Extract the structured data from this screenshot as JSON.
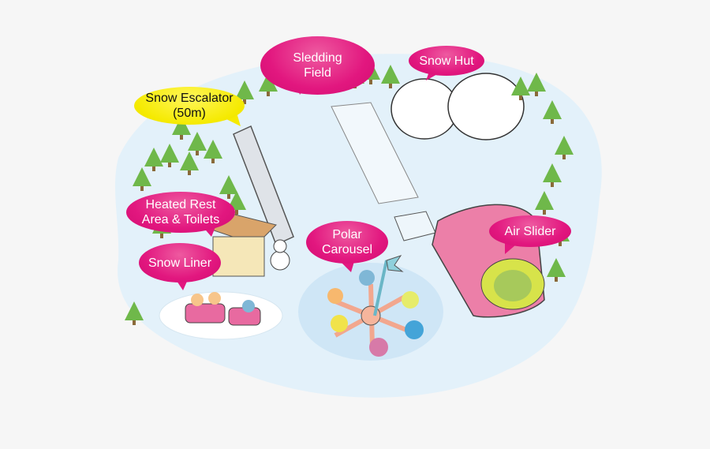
{
  "title": "Snow park illustrated map",
  "colors": {
    "background": "#f6f6f6",
    "snow_field": "#e3f1fa",
    "label_pink": "#e2177f",
    "label_yellow": "#f5ea00",
    "tree_green": "#6fb84a",
    "slide_pink": "#ec7fa8",
    "slide_yellow": "#d7e34a"
  },
  "labels": [
    {
      "id": "sledding-field",
      "text": "Sledding\nField",
      "style": "pink"
    },
    {
      "id": "snow-hut",
      "text": "Snow Hut",
      "style": "pink"
    },
    {
      "id": "snow-escalator",
      "text": "Snow Escalator\n(50m)",
      "style": "yellow"
    },
    {
      "id": "heated-rest-area",
      "text": "Heated Rest\nArea  & Toilets",
      "style": "pink"
    },
    {
      "id": "snow-liner",
      "text": "Snow Liner",
      "style": "pink"
    },
    {
      "id": "polar-carousel",
      "text": "Polar\nCarousel",
      "style": "pink"
    },
    {
      "id": "air-slider",
      "text": "Air Slider",
      "style": "pink"
    }
  ]
}
